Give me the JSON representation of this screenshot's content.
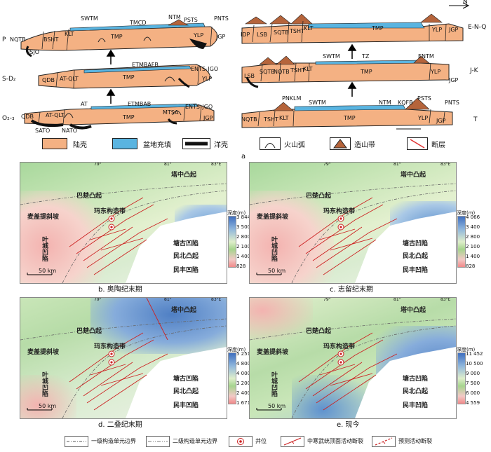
{
  "sections": {
    "p": {
      "row_label": "P",
      "units": [
        "NQTB",
        "BSHT",
        "KLT",
        "TMP",
        "SWTM",
        "TMCD",
        "NTM",
        "PSTS",
        "YLP",
        "PNTS",
        "JGP",
        "JSJO"
      ]
    },
    "enq": {
      "row_label": "E-N-Q",
      "units": [
        "IDP",
        "LSB",
        "SQTB",
        "TSHT",
        "KLT",
        "TMP",
        "YLP",
        "JGP"
      ],
      "north": "N"
    },
    "s": {
      "row_label": "S-D₂",
      "units": [
        "QDB",
        "AT-QLT",
        "TMP",
        "ETMBAFB",
        "ENTS-JGO",
        "YLP"
      ]
    },
    "jk": {
      "row_label": "J-K",
      "units": [
        "LSB",
        "SQTB",
        "NQTB",
        "TSHT",
        "KLT",
        "SWTM",
        "TZ",
        "TMP",
        "ENTM",
        "YLP",
        "JGP"
      ]
    },
    "o": {
      "row_label": "O₂-₃",
      "units": [
        "QDB",
        "AT-QLT",
        "AT",
        "ETMBAB",
        "MTSA",
        "ENTS-JGO",
        "TMP",
        "JGP",
        "SATO",
        "NATO"
      ]
    },
    "t": {
      "row_label": "T",
      "units": [
        "PNKLM",
        "SWTM",
        "NTM",
        "KQFB",
        "PSTS",
        "PNTS",
        "NQTB",
        "TSHT",
        "KLT",
        "TMP",
        "YLP",
        "JGP"
      ]
    }
  },
  "legend_top": [
    {
      "label": "陆壳",
      "color": "#f4b183"
    },
    {
      "label": "盆地充填",
      "color": "#5ab4e0"
    },
    {
      "label": "洋壳",
      "color": "#111111"
    },
    {
      "label": "火山弧",
      "color": "#ffffff"
    },
    {
      "label": "造山带",
      "color": "#b5643b"
    },
    {
      "label": "断层",
      "color": "#e03030"
    }
  ],
  "panel_a_label": "a",
  "maps": [
    {
      "id": "b",
      "caption": "b. 奥陶纪末期",
      "cbar_title": "深度(m)",
      "ticks": [
        "3 844",
        "3 500",
        "2 800",
        "2 100",
        "1 400",
        "828"
      ]
    },
    {
      "id": "c",
      "caption": "c. 志留纪末期",
      "cbar_title": "深度(m)",
      "ticks": [
        "4 066",
        "3 400",
        "2 800",
        "2 100",
        "1 400",
        "828"
      ]
    },
    {
      "id": "d",
      "caption": "d. 二叠纪末期",
      "cbar_title": "深度(m)",
      "ticks": [
        "5 251",
        "4 800",
        "4 000",
        "3 200",
        "2 400",
        "1 671"
      ]
    },
    {
      "id": "e",
      "caption": "e. 现今",
      "cbar_title": "深度(m)",
      "ticks": [
        "11 452",
        "10 500",
        "9 000",
        "7 500",
        "6 000",
        "4 559"
      ]
    }
  ],
  "map_labels": {
    "bachu": "巴楚凸起",
    "tazhong": "塔中凸起",
    "maigaiti": "麦盖提斜坡",
    "yecheng": "叶城凹陷",
    "junggar": "玛东构造带",
    "tanggu": "塘古凹陷",
    "minbei": "民北凸起",
    "minfeng": "民丰凹陷",
    "scale": "50 km",
    "lon1": "79°",
    "lon2": "81°",
    "lon3": "83°E"
  },
  "legend_bottom": [
    {
      "label": "一级构造单元边界"
    },
    {
      "label": "二级构造单元边界"
    },
    {
      "label": "井位"
    },
    {
      "label": "中寒武统顶面活动断裂"
    },
    {
      "label": "预测活动断裂"
    }
  ]
}
